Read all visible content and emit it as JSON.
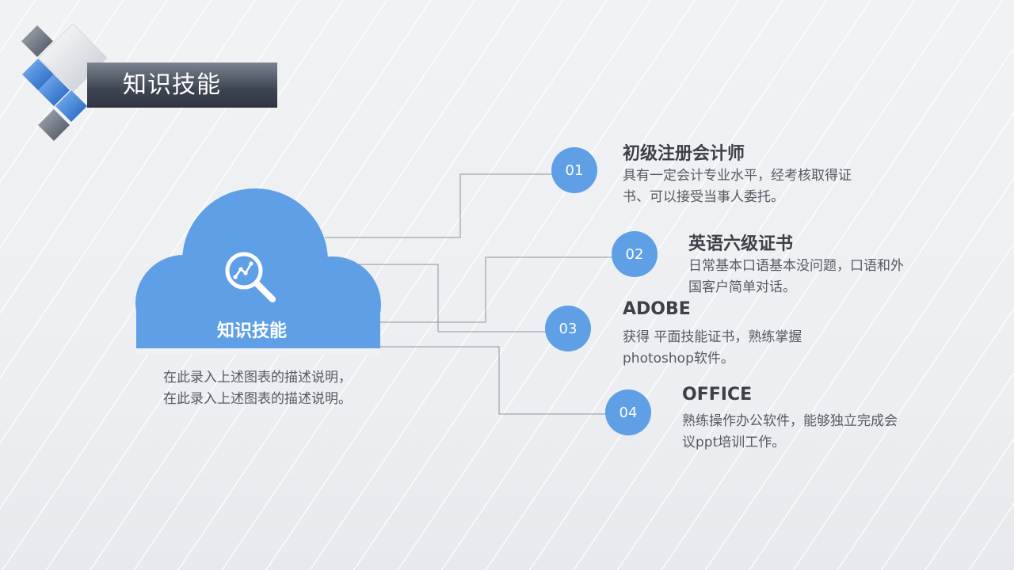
{
  "header": {
    "title": "知识技能"
  },
  "cloud": {
    "label": "知识技能",
    "icon": "search-chart-icon",
    "description": "在此录入上述图表的描述说明，在此录入上述图表的描述说明。"
  },
  "colors": {
    "accent": "#5f9fe6",
    "title_bar": "#3d4452",
    "text": "#3d4047"
  },
  "items": [
    {
      "number": "01",
      "title": "初级注册会计师",
      "description": "具有一定会计专业水平，经考核取得证书、可以接受当事人委托。"
    },
    {
      "number": "02",
      "title": "英语六级证书",
      "description": "日常基本口语基本没问题，口语和外国客户简单对话。"
    },
    {
      "number": "03",
      "title": "ADOBE",
      "description": "获得 平面技能证书，熟练掌握photoshop软件。"
    },
    {
      "number": "04",
      "title": "OFFICE",
      "description": "熟练操作办公软件，能够独立完成会议ppt培训工作。"
    }
  ]
}
